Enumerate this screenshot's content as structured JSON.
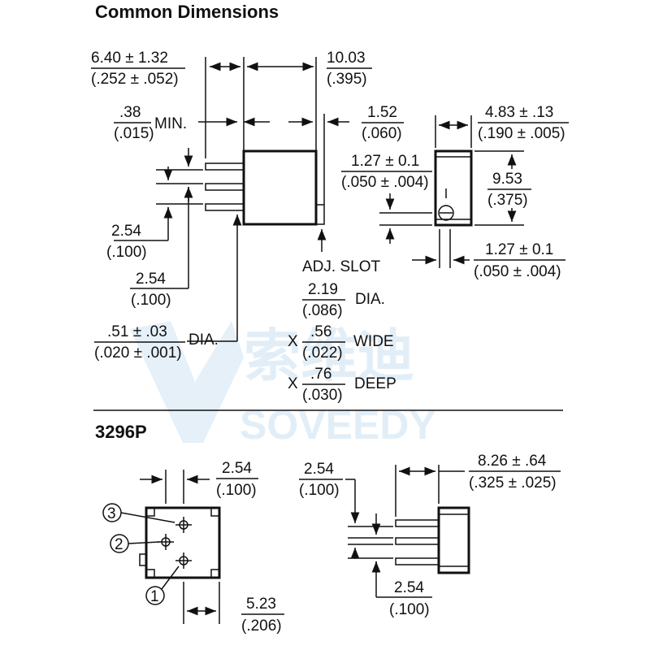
{
  "title": "Common Dimensions",
  "section2": "3296P",
  "watermark": {
    "cn": "索维迪",
    "en": "SOVEEDY"
  },
  "dims": {
    "d1": {
      "top": "6.40 ± 1.32",
      "bot": "(.252 ± .052)"
    },
    "d2": {
      "top": "10.03",
      "bot": "(.395)"
    },
    "d3": {
      "top": ".38",
      "bot": "(.015)",
      "suffix": "MIN."
    },
    "d4": {
      "top": "1.52",
      "bot": "(.060)"
    },
    "d5": {
      "top": "4.83 ± .13",
      "bot": "(.190 ± .005)"
    },
    "d6": {
      "top": "1.27 ± 0.1",
      "bot": "(.050 ± .004)"
    },
    "d7": {
      "top": "9.53",
      "bot": "(.375)"
    },
    "d8": {
      "top": "2.54",
      "bot": "(.100)"
    },
    "d9": {
      "top": "1.27 ± 0.1",
      "bot": "(.050 ± .004)"
    },
    "d10": {
      "top": "2.54",
      "bot": "(.100)"
    },
    "adj": "ADJ. SLOT",
    "d11": {
      "top": "2.19",
      "bot": "(.086)",
      "suffix": "DIA."
    },
    "d12": {
      "top": ".51 ± .03",
      "bot": "(.020 ± .001)",
      "suffix": "DIA."
    },
    "d13": {
      "prefix": "X",
      "top": ".56",
      "bot": "(.022)",
      "suffix": "WIDE"
    },
    "d14": {
      "prefix": "X",
      "top": ".76",
      "bot": "(.030)",
      "suffix": "DEEP"
    },
    "p1": {
      "top": "2.54",
      "bot": "(.100)"
    },
    "p2": {
      "top": "2.54",
      "bot": "(.100)"
    },
    "p3": {
      "top": "8.26 ± .64",
      "bot": "(.325 ± .025)"
    },
    "p4": {
      "top": "5.23",
      "bot": "(.206)"
    },
    "p5": {
      "top": "2.54",
      "bot": "(.100)"
    }
  },
  "pins": [
    "3",
    "2",
    "1"
  ]
}
